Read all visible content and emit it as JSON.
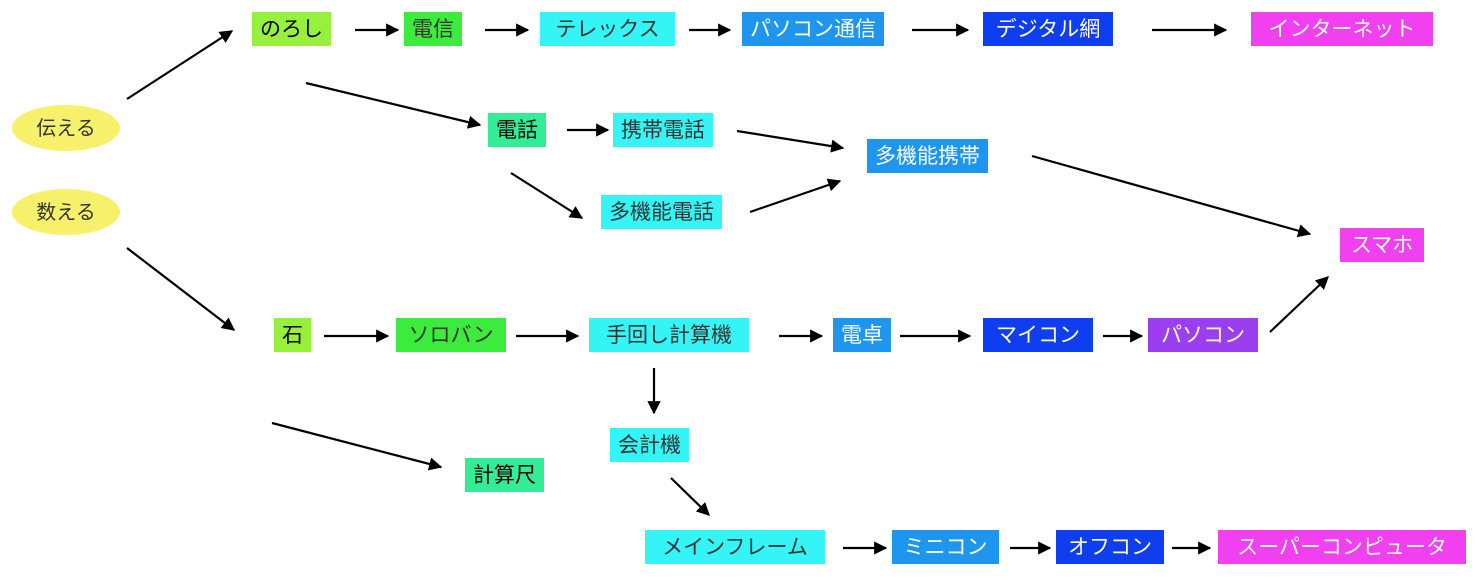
{
  "roots": {
    "tsutaeru": "伝える",
    "kazoeru": "数える"
  },
  "nodes": {
    "noroshi": "のろし",
    "denshin": "電信",
    "telex": "テレックス",
    "pasokon_tsushin": "パソコン通信",
    "digital_mo": "デジタル網",
    "internet": "インターネット",
    "denwa": "電話",
    "keitai_denwa": "携帯電話",
    "takino_denwa": "多機能電話",
    "takino_keitai": "多機能携帯",
    "sumaho": "スマホ",
    "ishi": "石",
    "soroban": "ソロバン",
    "temawashi": "手回し計算機",
    "dentaku": "電卓",
    "maikon": "マイコン",
    "pasokon": "パソコン",
    "kaikeiki": "会計機",
    "keisanjaku": "計算尺",
    "mainframe": "メインフレーム",
    "minicon": "ミニコン",
    "offcon": "オフコン",
    "supercomputer": "スーパーコンピュータ"
  },
  "colors": {
    "root": "#f6f06a",
    "lime": "#96f03c",
    "green": "#3cec3c",
    "mint": "#32ec96",
    "cyan": "#34f4f6",
    "sky": "#1e96f0",
    "blue": "#0f3ef0",
    "purple": "#9a3ef0",
    "pink": "#f040f0",
    "arrow": "#000000"
  }
}
